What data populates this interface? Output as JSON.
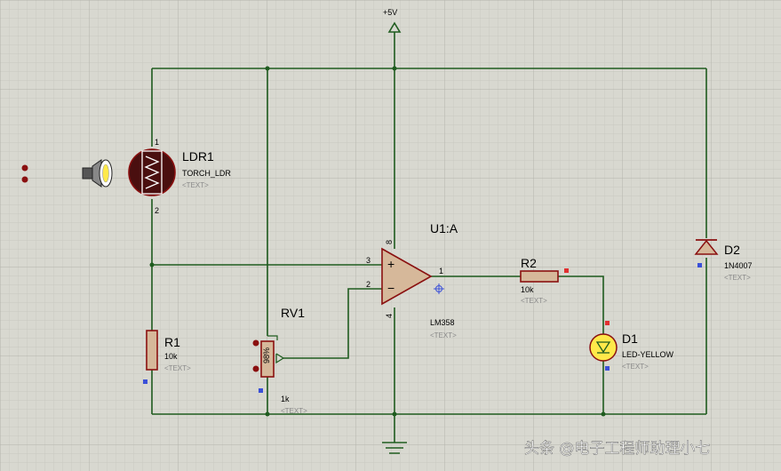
{
  "power": {
    "vcc_label": "+5V"
  },
  "ldr1": {
    "ref": "LDR1",
    "value": "TORCH_LDR",
    "text": "<TEXT>",
    "pin_top": "1",
    "pin_bottom": "2"
  },
  "u1": {
    "ref": "U1:A",
    "value": "LM358",
    "text": "<TEXT>",
    "pin_plus": "3",
    "pin_minus": "2",
    "pin_out": "1",
    "pin_vcc": "8",
    "pin_gnd": "4",
    "plus_sign": "+",
    "minus_sign": "−"
  },
  "r1": {
    "ref": "R1",
    "value": "10k",
    "text": "<TEXT>"
  },
  "rv1": {
    "ref": "RV1",
    "value": "1k",
    "text": "<TEXT>",
    "percent": "98%"
  },
  "r2": {
    "ref": "R2",
    "value": "10k",
    "text": "<TEXT>"
  },
  "d1": {
    "ref": "D1",
    "value": "LED-YELLOW",
    "text": "<TEXT>"
  },
  "d2": {
    "ref": "D2",
    "value": "1N4007",
    "text": "<TEXT>"
  },
  "torch": {
    "icon": "torch-icon"
  },
  "watermark": {
    "text": "头条 @电子工程师助理小七"
  },
  "colors": {
    "wire": "#1f5c1f",
    "body": "#d6b89a",
    "outline": "#8a1010",
    "grid_bg": "#d8d8d0",
    "pin_red": "#e03030",
    "pin_blue": "#3a50d8",
    "led_yellow": "#ffe94a"
  }
}
